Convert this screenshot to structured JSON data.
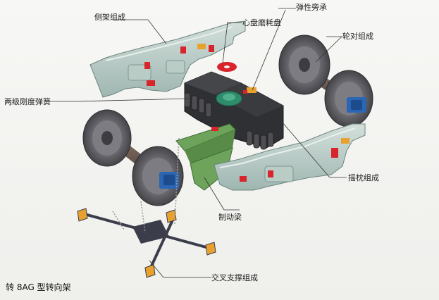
{
  "labels": {
    "side_frame": "侧架组成",
    "center_plate": "心盘磨耗盘",
    "side_bearing": "弹性旁承",
    "wheelset": "轮对组成",
    "springs": "两级刚度弹簧",
    "bolster": "摇枕组成",
    "brake_beam": "制动梁",
    "cross_brace": "交叉支撑组成"
  },
  "caption": "转 8AG 型转向架",
  "colors": {
    "frame": "#b9ccc6",
    "frame_dark": "#7e9791",
    "bolster": "#2f3033",
    "spring": "#4e4e52",
    "wheel": "#5c5c60",
    "axle": "#6b5a52",
    "bearing": "#2a66b3",
    "brace": "#6da35b",
    "accent_red": "#d8242b",
    "center_plate": "#2f8c6b",
    "cross_brace": "#3b3d4a"
  }
}
